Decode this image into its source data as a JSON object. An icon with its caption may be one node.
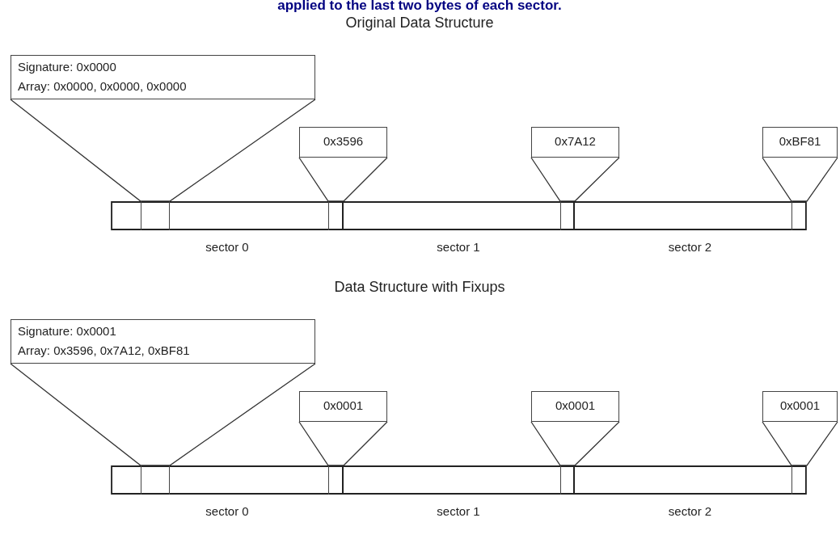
{
  "diagram": {
    "nodes": [
      {
        "text": [
          "Signature: 0x0000",
          "Array: 0x0000, 0x0000, 0x0000"
        ]
      },
      {
        "text": [
          "0x3596"
        ]
      },
      {
        "text": [
          "0x7A12"
        ]
      },
      {
        "text": [
          "0xBF81"
        ]
      },
      {
        "text": [],
        "shape": "bar",
        "beside": [
          "sector 0"
        ]
      },
      {
        "text": [],
        "shape": "bar",
        "beside": [
          "sector 1"
        ]
      },
      {
        "text": [],
        "shape": "bar",
        "beside": [
          "sector 2"
        ]
      },
      {
        "text": [],
        "shape": "box",
        "in": 4
      },
      {
        "text": [],
        "shape": "box",
        "in": 4
      },
      {
        "text": [],
        "shape": "box",
        "in": 4
      },
      {
        "text": [],
        "shape": "box",
        "in": 5
      },
      {
        "text": [],
        "shape": "box",
        "in": 6
      },
      {
        "text": [
          "Signature: 0x0001",
          "Array: 0x3596, 0x7A12, 0xBF81"
        ]
      },
      {
        "text": [
          "0x0001"
        ]
      },
      {
        "text": [
          "0x0001"
        ]
      },
      {
        "text": [
          "0x0001"
        ]
      },
      {
        "text": [],
        "shape": "bar",
        "beside": [
          "sector 0"
        ]
      },
      {
        "text": [],
        "shape": "bar",
        "beside": [
          "sector 1"
        ]
      },
      {
        "text": [],
        "shape": "bar",
        "beside": [
          "sector 2"
        ]
      },
      {
        "text": [],
        "shape": "box",
        "in": 16
      },
      {
        "text": [],
        "shape": "box",
        "in": 16
      },
      {
        "text": [],
        "shape": "box",
        "in": 16
      },
      {
        "text": [],
        "shape": "box",
        "in": 17
      },
      {
        "text": [],
        "shape": "box",
        "in": 18
      }
    ],
    "edges": [
      {
        "from": 0,
        "to": 8,
        "arrow": "none"
      },
      {
        "from": 1,
        "to": 9,
        "arrow": "none"
      },
      {
        "from": 2,
        "to": 10,
        "arrow": "none"
      },
      {
        "from": 3,
        "to": 11,
        "arrow": "none"
      },
      {
        "from": 12,
        "to": 20,
        "arrow": "none"
      },
      {
        "from": 13,
        "to": 21,
        "arrow": "none"
      },
      {
        "from": 14,
        "to": 22,
        "arrow": "none"
      },
      {
        "from": 15,
        "to": 23,
        "arrow": "none"
      }
    ],
    "labels": [
      "applied to the last two bytes of each sector.",
      "Original Data Structure",
      "Data Structure with Fixups"
    ]
  }
}
